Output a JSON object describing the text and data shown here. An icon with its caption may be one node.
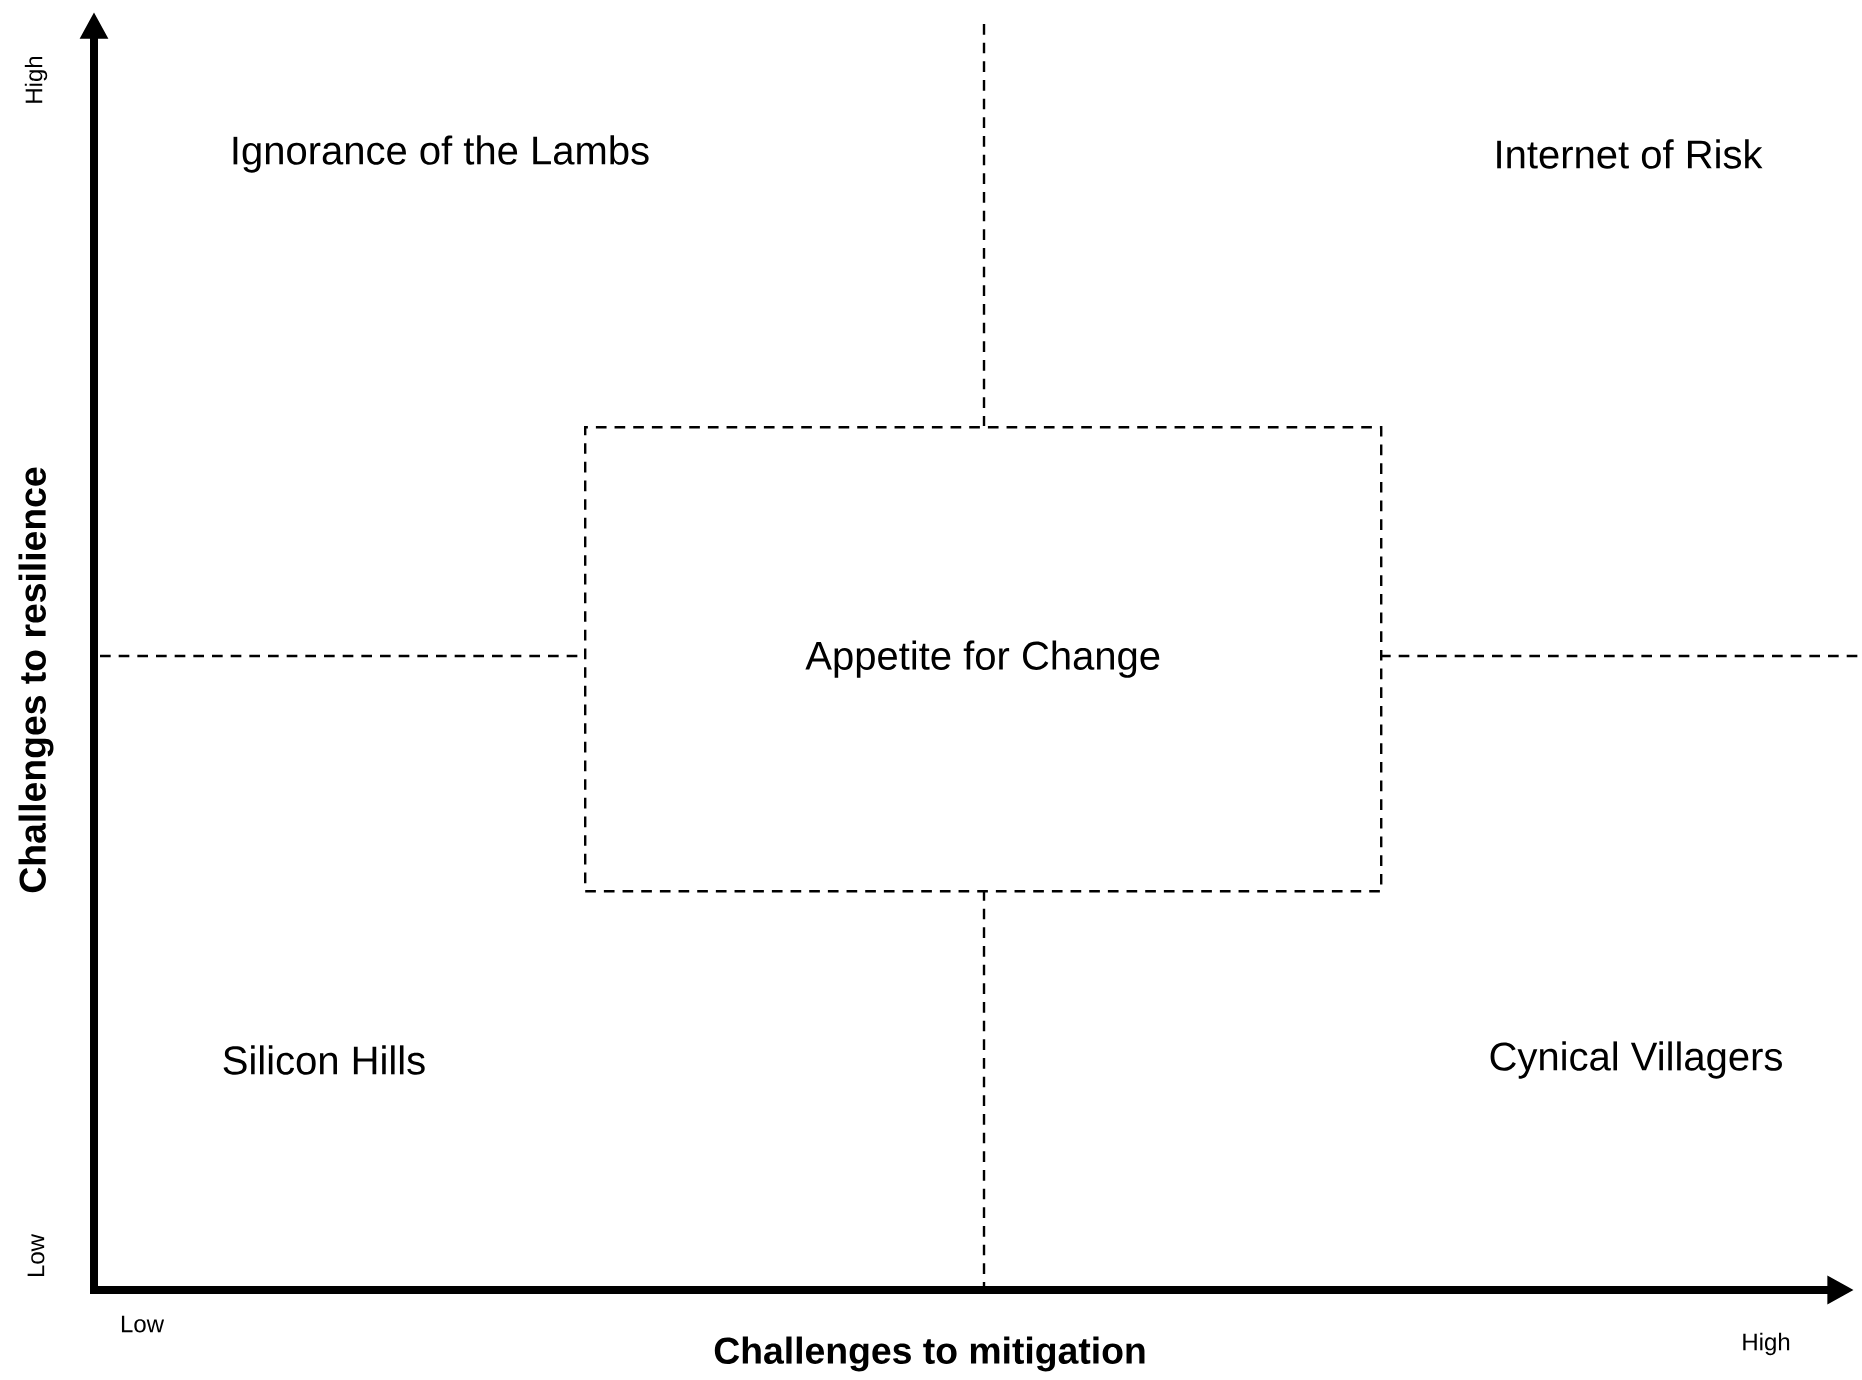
{
  "diagram": {
    "nodes": [
      {
        "text": [
          "Appetite for Change"
        ]
      }
    ],
    "labels": [
      "High",
      "Ignorance of the Lambs",
      "Internet of Risk",
      "Challenges to resilience",
      "Silicon Hills",
      "Cynical Villagers",
      "Low",
      "Low",
      "Challenges to mitigation",
      "High"
    ]
  }
}
